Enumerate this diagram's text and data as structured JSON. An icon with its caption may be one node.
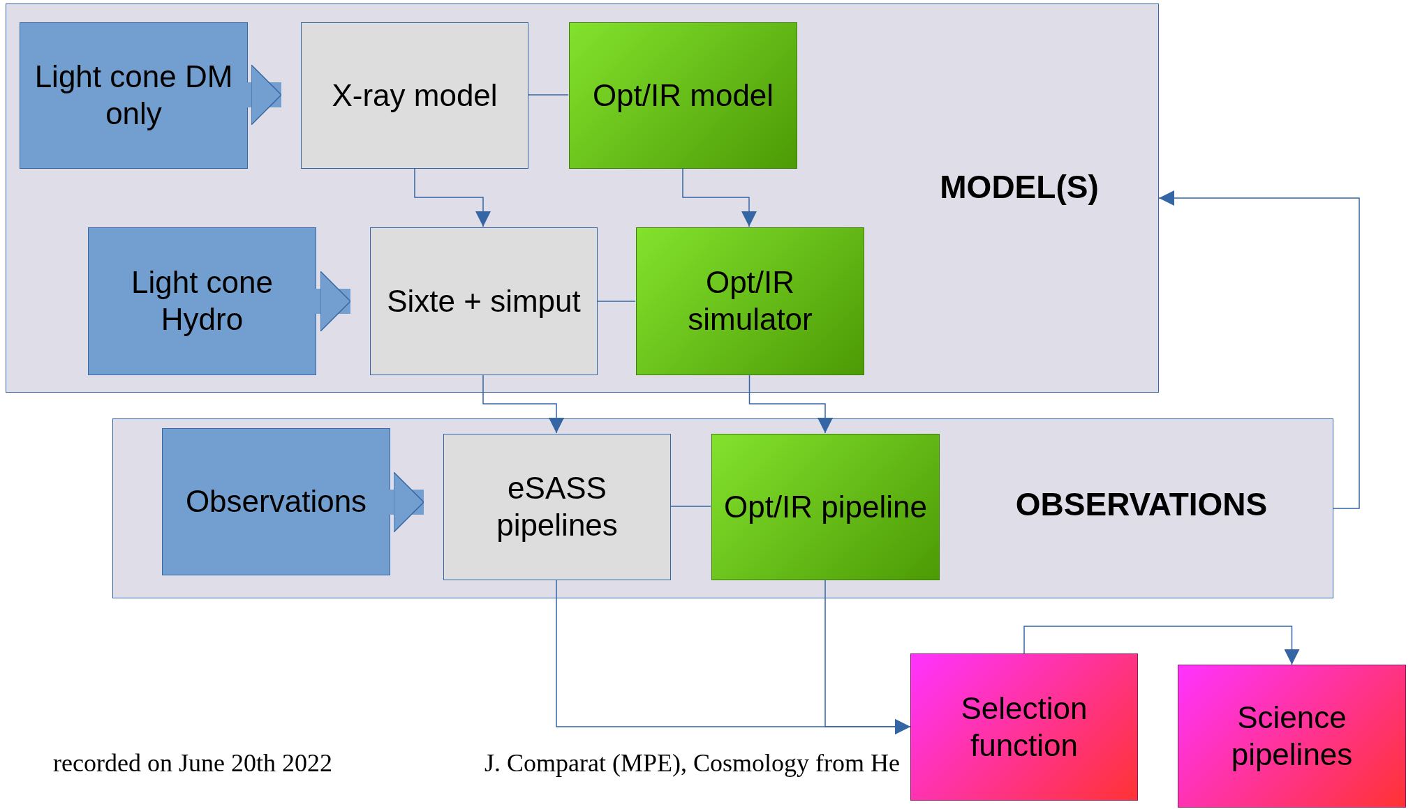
{
  "diagram": {
    "nodes": [
      {
        "text": [
          "MODEL(S)"
        ]
      },
      {
        "text": [
          "Light cone DM only"
        ],
        "in": 0
      },
      {
        "text": [
          "X-ray model"
        ],
        "in": 0
      },
      {
        "text": [
          "Opt/IR model"
        ],
        "in": 0
      },
      {
        "text": [
          "Light cone Hydro"
        ],
        "in": 0
      },
      {
        "text": [
          "Sixte + simput"
        ],
        "in": 0
      },
      {
        "text": [
          "Opt/IR simulator"
        ],
        "in": 0
      },
      {
        "text": [
          "OBSERVATIONS"
        ]
      },
      {
        "text": [
          "Observations"
        ],
        "in": 7
      },
      {
        "text": [
          "eSASS pipelines"
        ],
        "in": 7
      },
      {
        "text": [
          "Opt/IR pipeline"
        ],
        "in": 7
      },
      {
        "text": [
          "Selection function"
        ]
      },
      {
        "text": [
          "Science pipelines"
        ]
      }
    ],
    "edges": [
      {
        "from": 1,
        "to": 2,
        "arrow": "to",
        "style": "thick"
      },
      {
        "from": 2,
        "to": 3,
        "arrow": "none"
      },
      {
        "from": 2,
        "to": 5,
        "arrow": "to"
      },
      {
        "from": 3,
        "to": 6,
        "arrow": "to"
      },
      {
        "from": 4,
        "to": 5,
        "arrow": "to",
        "style": "thick"
      },
      {
        "from": 5,
        "to": 6,
        "arrow": "none"
      },
      {
        "from": 5,
        "to": 9,
        "arrow": "to"
      },
      {
        "from": 6,
        "to": 10,
        "arrow": "to"
      },
      {
        "from": 8,
        "to": 9,
        "arrow": "to",
        "style": "thick"
      },
      {
        "from": 9,
        "to": 10,
        "arrow": "none"
      },
      {
        "from": 9,
        "to": 11,
        "arrow": "to"
      },
      {
        "from": 10,
        "to": 11,
        "arrow": "to"
      },
      {
        "from": 11,
        "to": 12,
        "arrow": "to"
      },
      {
        "from": 7,
        "to": 0,
        "arrow": "to"
      }
    ],
    "labels": [
      "recorded on June 20th 2022",
      "J. Comparat (MPE), Cosmology from He"
    ]
  }
}
